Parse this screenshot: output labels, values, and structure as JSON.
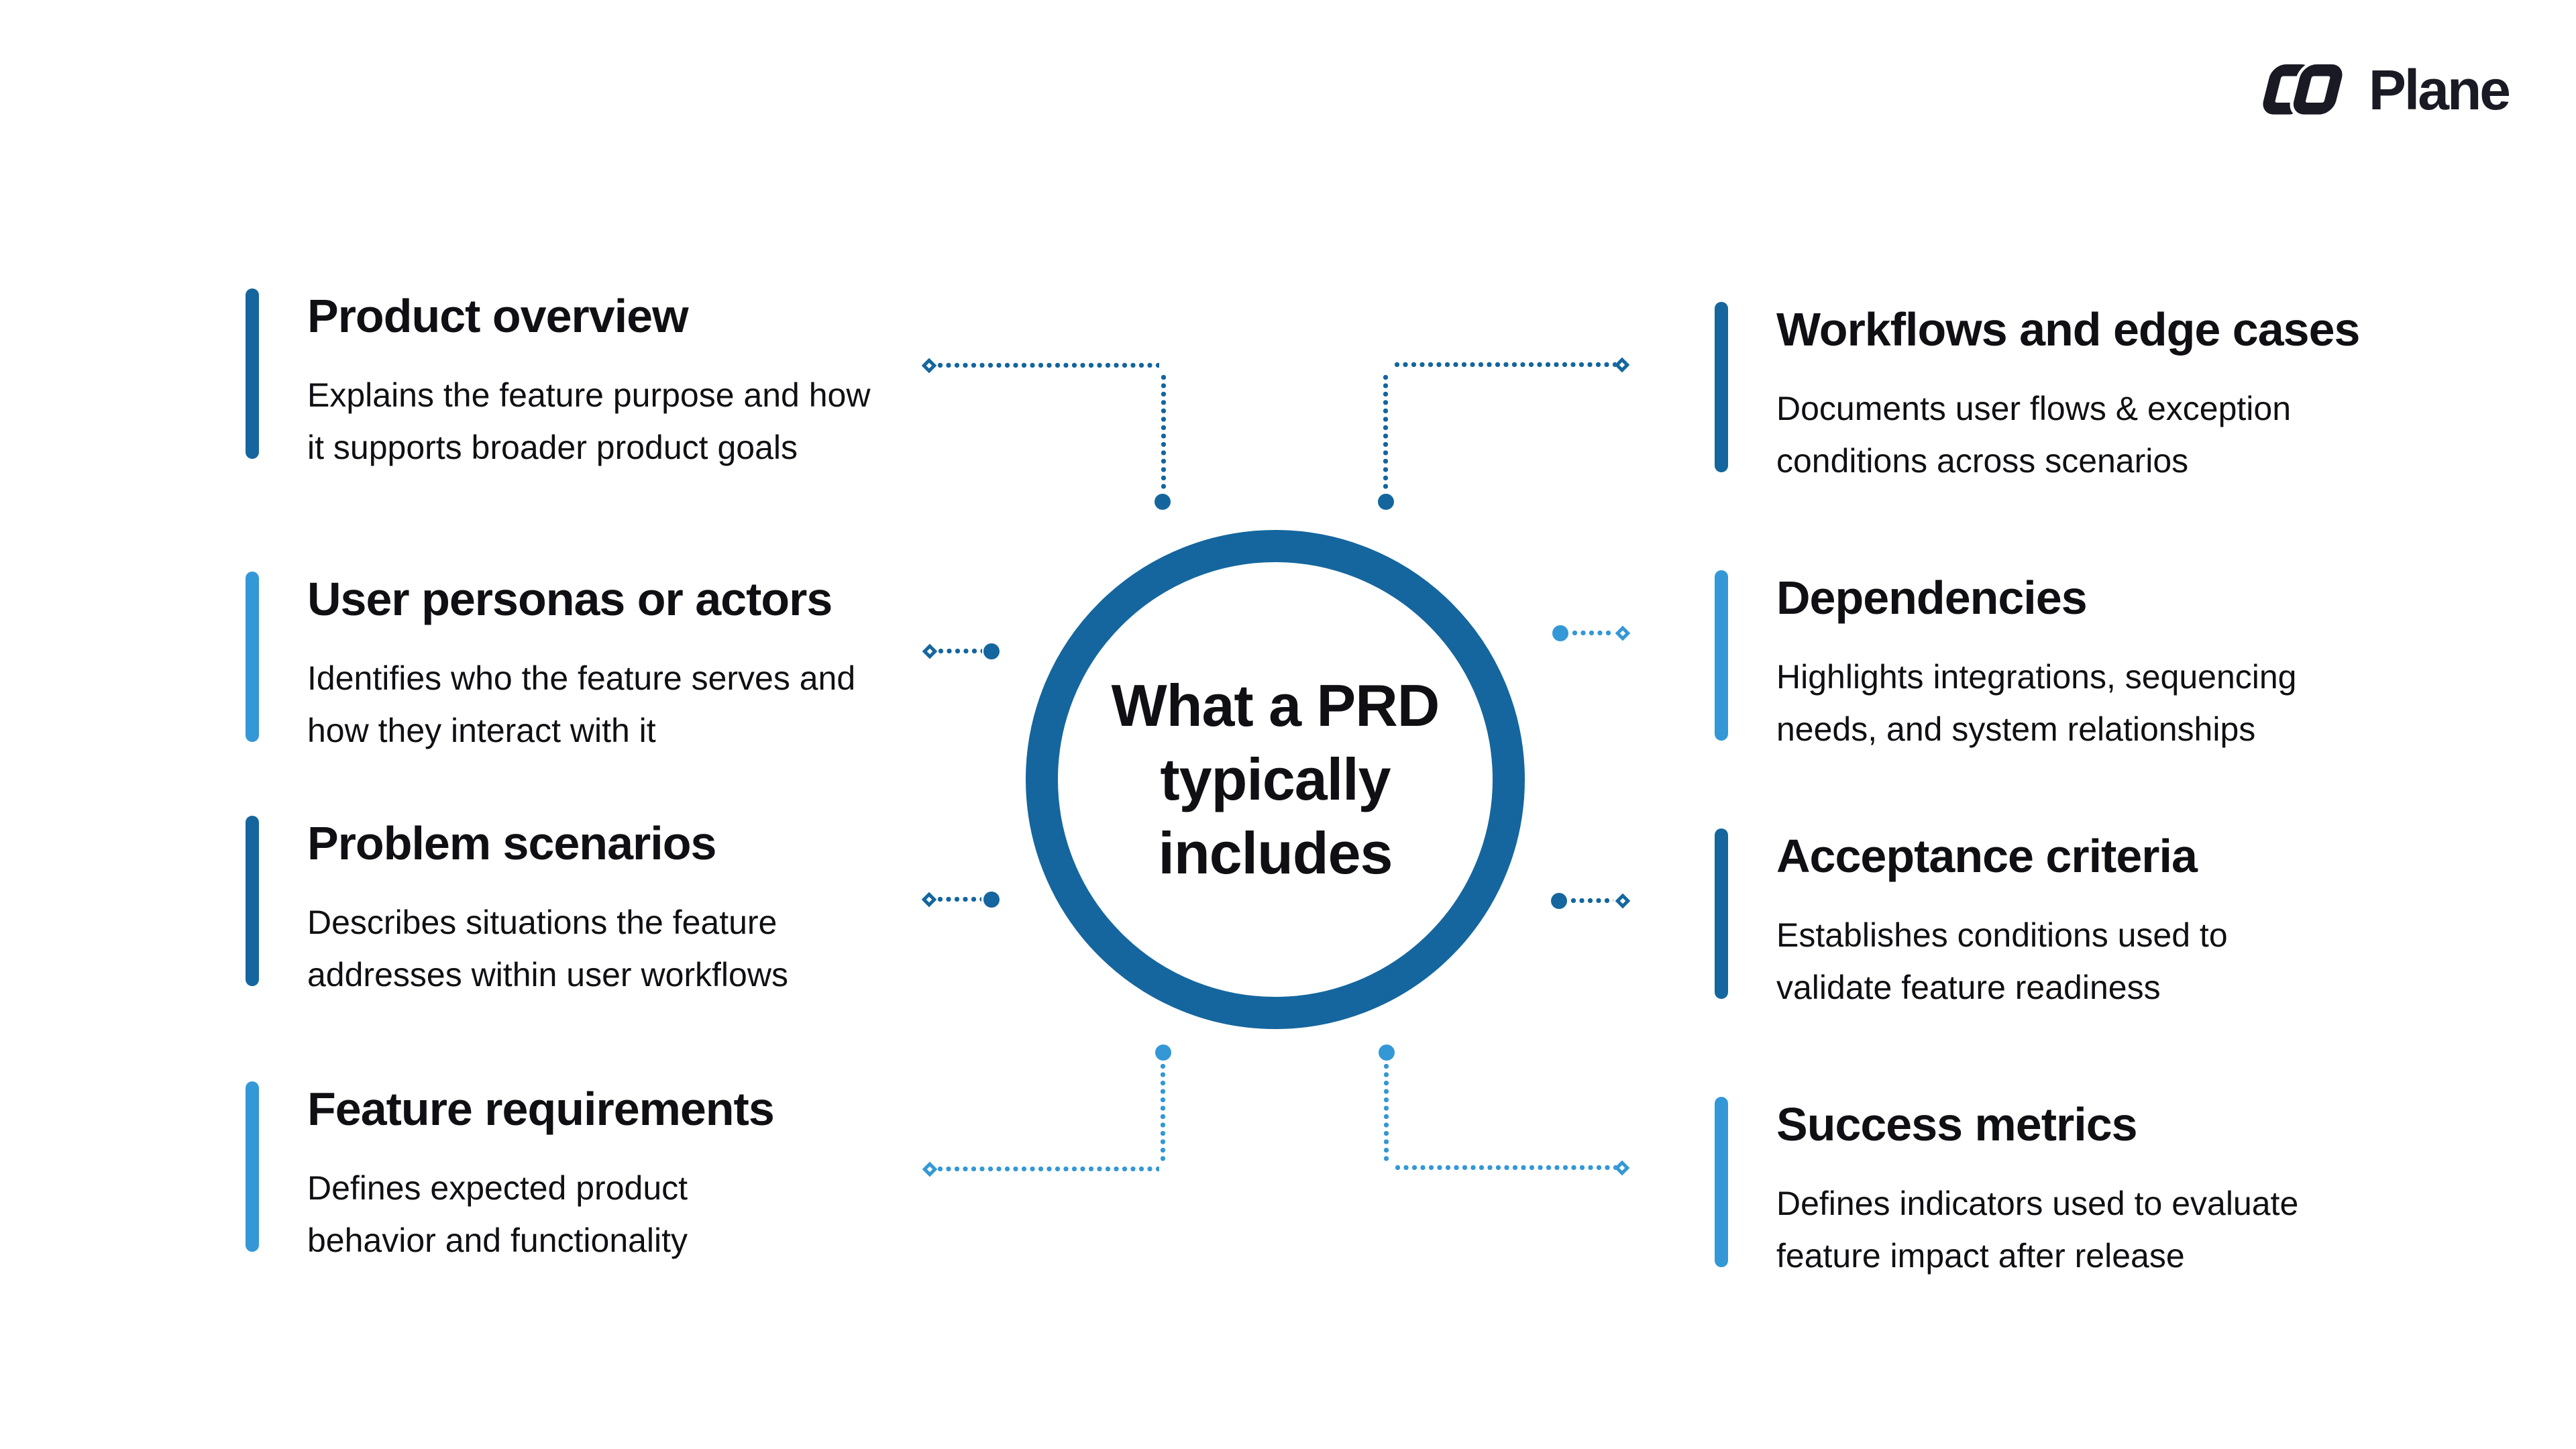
{
  "logo": {
    "brand": "Plane"
  },
  "center": {
    "title_lines": [
      "What a PRD",
      "typically",
      "includes"
    ]
  },
  "items": {
    "left": [
      {
        "title": "Product overview",
        "description": "Explains the feature purpose and how it supports broader product goals",
        "accent": "dark"
      },
      {
        "title": "User personas or actors",
        "description": "Identifies who the feature serves and how they interact with it",
        "accent": "light"
      },
      {
        "title": "Problem scenarios",
        "description": "Describes situations the feature addresses within user workflows",
        "accent": "dark"
      },
      {
        "title": "Feature requirements",
        "description": "Defines expected product behavior and functionality",
        "accent": "light"
      }
    ],
    "right": [
      {
        "title": "Workflows and edge cases",
        "description": "Documents user flows & exception conditions across scenarios",
        "accent": "dark"
      },
      {
        "title": "Dependencies",
        "description": "Highlights integrations, sequencing needs, and system relationships",
        "accent": "light"
      },
      {
        "title": "Acceptance criteria",
        "description": "Establishes conditions used to validate feature readiness",
        "accent": "dark"
      },
      {
        "title": "Success metrics",
        "description": "Defines indicators used to evaluate feature impact after release",
        "accent": "light"
      }
    ]
  },
  "connectors": {
    "top_left": "dark",
    "top_right": "dark",
    "mid_left_upper": "dark",
    "mid_left_lower": "dark",
    "mid_right_upper": "light",
    "mid_right_lower": "dark",
    "bottom_left": "light",
    "bottom_right": "light"
  },
  "theme": {
    "dark": "#15669E",
    "light": "#3498D7",
    "text": "#101014",
    "logo": "#1A1A24",
    "bg": "#FFFFFF"
  }
}
